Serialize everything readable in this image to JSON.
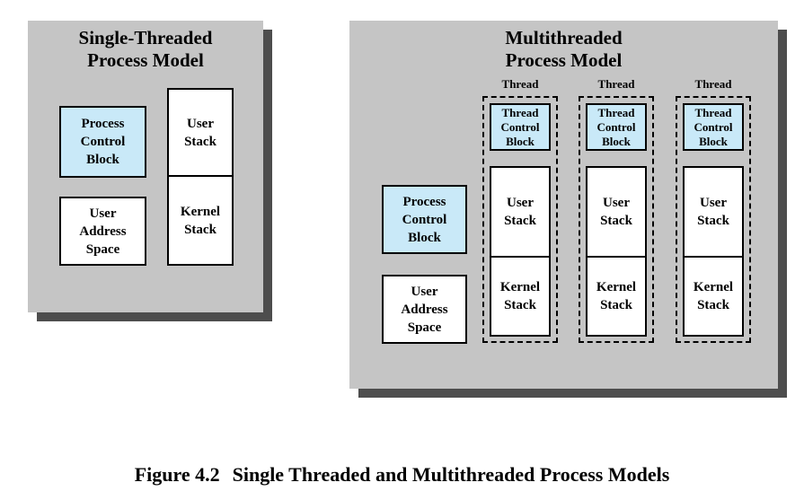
{
  "colors": {
    "panel_bg": "#c5c5c5",
    "panel_shadow": "#4d4d4d",
    "block_blue": "#c9e9f8",
    "block_white": "#ffffff",
    "border": "#000000"
  },
  "single": {
    "title": "Single-Threaded\nProcess Model",
    "pcb": "Process\nControl\nBlock",
    "uas": "User\nAddress\nSpace",
    "user_stack": "User\nStack",
    "kernel_stack": "Kernel\nStack"
  },
  "multi": {
    "title": "Multithreaded\nProcess Model",
    "pcb": "Process\nControl\nBlock",
    "uas": "User\nAddress\nSpace",
    "threads": [
      {
        "label": "Thread",
        "tcb": "Thread\nControl\nBlock",
        "user_stack": "User\nStack",
        "kernel_stack": "Kernel\nStack"
      },
      {
        "label": "Thread",
        "tcb": "Thread\nControl\nBlock",
        "user_stack": "User\nStack",
        "kernel_stack": "Kernel\nStack"
      },
      {
        "label": "Thread",
        "tcb": "Thread\nControl\nBlock",
        "user_stack": "User\nStack",
        "kernel_stack": "Kernel\nStack"
      }
    ]
  },
  "caption": {
    "label": "Figure 4.2",
    "title": "Single Threaded and Multithreaded Process Models"
  }
}
